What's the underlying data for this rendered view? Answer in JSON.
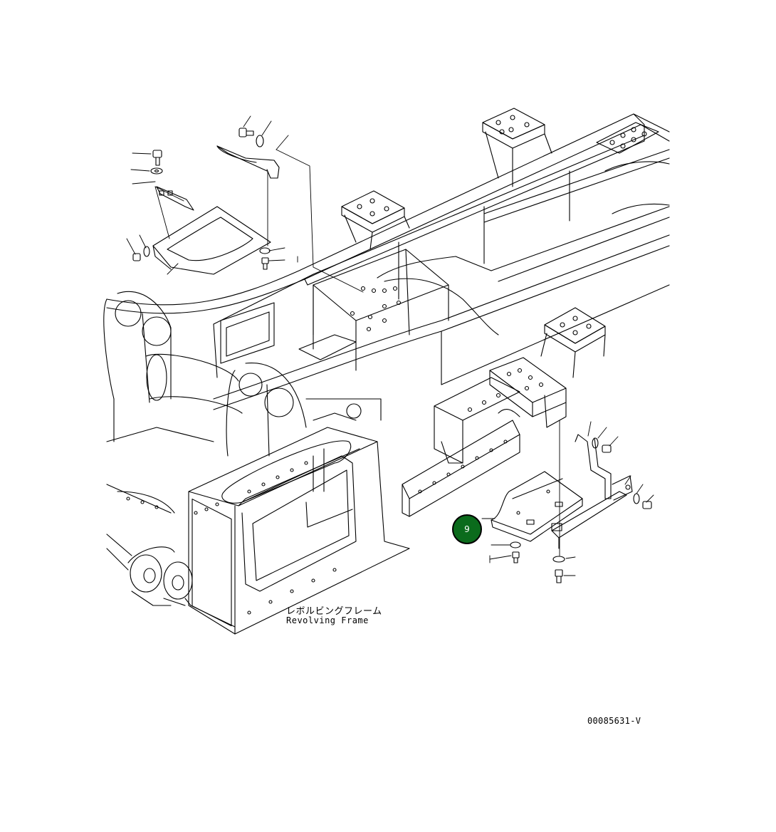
{
  "diagram": {
    "frame_label_jp": "レボルビングフレーム",
    "frame_label_en": "Revolving Frame",
    "drawing_code": "00085631-V",
    "callouts": [
      {
        "number": "9",
        "color": "#0b6b1c"
      }
    ]
  }
}
